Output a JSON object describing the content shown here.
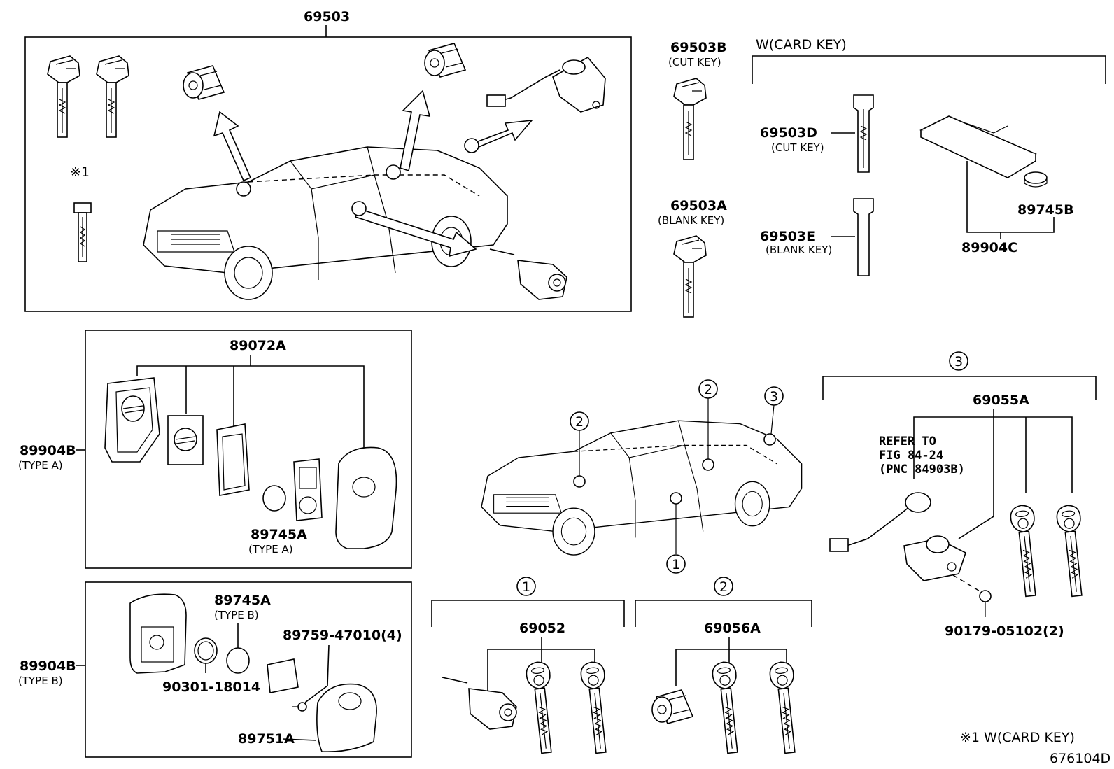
{
  "labels": {
    "top_assembly": "69503",
    "cut_key_b": "69503B",
    "cut_key_b_note": "(CUT KEY)",
    "blank_key_a": "69503A",
    "blank_key_a_note": "(BLANK KEY)",
    "card_key_header": "W(CARD KEY)",
    "cut_key_d": "69503D",
    "cut_key_d_note": "(CUT KEY)",
    "blank_key_e": "69503E",
    "blank_key_e_note": "(BLANK KEY)",
    "battery_b": "89745B",
    "card_c": "89904C",
    "note_mark": "※1",
    "transmitter_a": "89072A",
    "housing_a": "89904B",
    "housing_a_note": "(TYPE A)",
    "battery_a": "89745A",
    "battery_a_note": "(TYPE A)",
    "housing_b": "89904B",
    "housing_b_note": "(TYPE B)",
    "battery_a_b": "89745A",
    "battery_a_b_note": "(TYPE B)",
    "screw": "89759-47010(4)",
    "oring": "90301-18014",
    "cover": "89751A",
    "ignition_set": "69052",
    "door_set": "69056A",
    "trunk_set": "69055A",
    "refer_line1": "REFER TO",
    "refer_line2": "FIG 84-24",
    "refer_line3": "(PNC 84903B)",
    "bolt": "90179-05102(2)",
    "footnote": "※1  W(CARD KEY)",
    "figure_id": "676104D"
  },
  "callouts": {
    "one": "1",
    "two": "2",
    "three": "3"
  }
}
